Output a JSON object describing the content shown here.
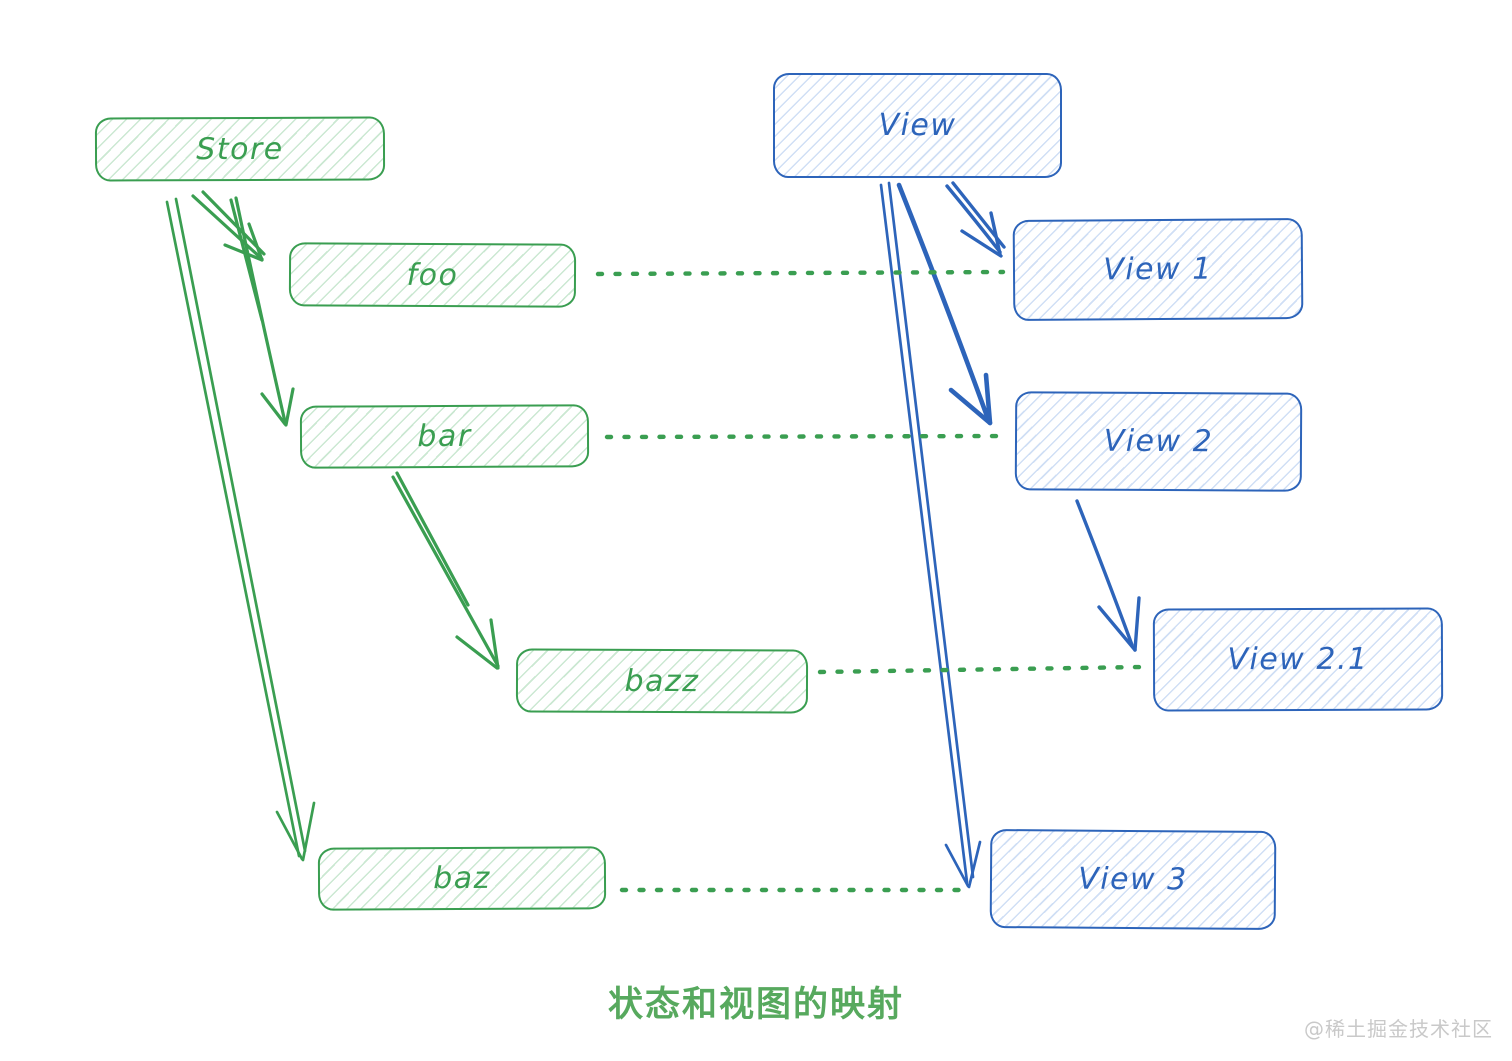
{
  "diagram_title": "状态和视图的映射",
  "watermark": "@稀土掘金技术社区",
  "store_tree": {
    "store": "Store",
    "foo": "foo",
    "bar": "bar",
    "bazz": "bazz",
    "baz": "baz"
  },
  "view_tree": {
    "view": "View",
    "view1": "View 1",
    "view2": "View 2",
    "view21": "View 2.1",
    "view3": "View 3"
  },
  "edges": {
    "store_arrows": [
      {
        "from": "Store",
        "to": "foo"
      },
      {
        "from": "Store",
        "to": "bar"
      },
      {
        "from": "Store",
        "to": "baz"
      },
      {
        "from": "bar",
        "to": "bazz"
      }
    ],
    "view_arrows": [
      {
        "from": "View",
        "to": "View 1"
      },
      {
        "from": "View",
        "to": "View 2"
      },
      {
        "from": "View",
        "to": "View 3"
      },
      {
        "from": "View 2",
        "to": "View 2.1"
      }
    ],
    "mappings": [
      {
        "from": "foo",
        "to": "View 1",
        "style": "dotted"
      },
      {
        "from": "bar",
        "to": "View 2",
        "style": "dotted"
      },
      {
        "from": "bazz",
        "to": "View 2.1",
        "style": "dotted"
      },
      {
        "from": "baz",
        "to": "View 3",
        "style": "dotted"
      }
    ]
  },
  "colors": {
    "green": "#3a9e51",
    "blue": "#2d64ba",
    "caption": "#57a95e",
    "watermark": "#c9c9c9"
  }
}
